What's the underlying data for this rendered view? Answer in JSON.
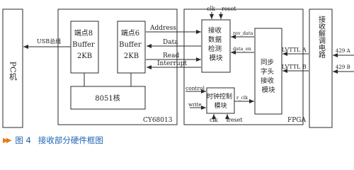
{
  "blocks": {
    "pc": "PC机",
    "buffer8": "端点8 Buffer 2KB",
    "buffer6": "端点6 Buffer 2KB",
    "core8051": "8051核",
    "cy68013": "CY68013",
    "recv_detect": "接收数据检测模块",
    "sync_recv": "同步字头接收模块",
    "clock_ctrl": "时钟控制模块",
    "fpga": "FPGA",
    "demod": "接收解调电路"
  },
  "signals": {
    "usb": "USB总线",
    "address": "Address",
    "data": "Data",
    "read": "Read",
    "interrupt": "Interrupt",
    "clk": "clk",
    "reset": "reset",
    "rev_data": "rev_data",
    "data_en": "data_en",
    "control": "control",
    "write": "write",
    "r_clk": "r_clk",
    "lvttl_a": "LVTTL A",
    "lvttl_b": "LVTTL B",
    "in_a": "429 A",
    "in_b": "429 B"
  },
  "caption": {
    "arrows": "▶▶",
    "number": "图 4",
    "text": "接收部分硬件框图"
  },
  "colors": {
    "line": "#2a2a2a",
    "caption_text": "#1e63b4",
    "caption_arrows": "#e07d1a"
  }
}
